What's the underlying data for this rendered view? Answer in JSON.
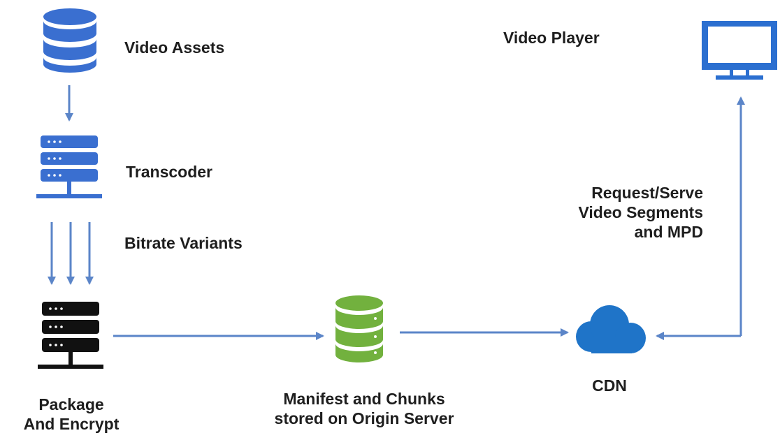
{
  "nodes": {
    "video_assets": {
      "label": "Video Assets"
    },
    "transcoder": {
      "label": "Transcoder"
    },
    "bitrate_variants": {
      "label": "Bitrate Variants"
    },
    "package_encrypt": {
      "label_line1": "Package",
      "label_line2": "And Encrypt"
    },
    "origin_server": {
      "label_line1": "Manifest and Chunks",
      "label_line2": "stored on Origin Server"
    },
    "cdn": {
      "label": "CDN"
    },
    "video_player": {
      "label": "Video Player"
    },
    "request_serve": {
      "label_line1": "Request/Serve",
      "label_line2": "Video Segments",
      "label_line3": "and MPD"
    }
  },
  "colors": {
    "arrow": "#5b85c8",
    "assets_db": "#3a6fd0",
    "transcoder_server": "#3a6fd0",
    "package_server": "#111111",
    "origin_db": "#72b13e",
    "cdn_cloud": "#1f74c8",
    "monitor": "#2b6fd0"
  },
  "icons": {
    "video_assets": "database-icon",
    "transcoder": "server-rack-icon",
    "package_encrypt": "server-rack-icon",
    "origin_server": "database-icon",
    "cdn": "cloud-icon",
    "video_player": "monitor-icon"
  }
}
